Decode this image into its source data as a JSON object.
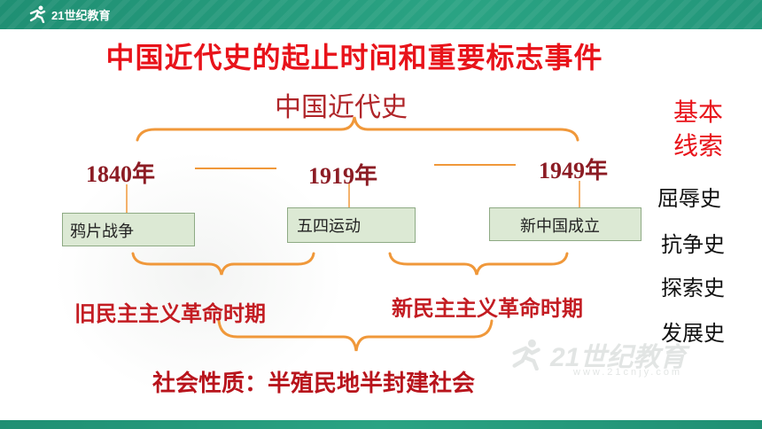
{
  "brand": {
    "logo_text": "21世纪教育",
    "watermark_text": "21世纪教育",
    "watermark_sub": "www.21cnjy.com"
  },
  "title": "中国近代史的起止时间和重要标志事件",
  "era": "中国近代史",
  "years": [
    "1840年",
    "1919年",
    "1949年"
  ],
  "events": [
    "鸦片战争",
    "五四运动",
    "新中国成立"
  ],
  "periods": [
    "旧民主主义革命时期",
    "新民主主义革命时期"
  ],
  "nature": "社会性质：半殖民地半封建社会",
  "sidebar": {
    "title_line1": "基本",
    "title_line2": "线索",
    "items": [
      "屈辱史",
      "抗争史",
      "探索史",
      "发展史"
    ]
  },
  "colors": {
    "title_red": "#e8131a",
    "bracket_orange": "#f0983a",
    "dark_red": "#8c1c24",
    "box_green": "#dce9d4",
    "bar_green": "#2aa383"
  }
}
